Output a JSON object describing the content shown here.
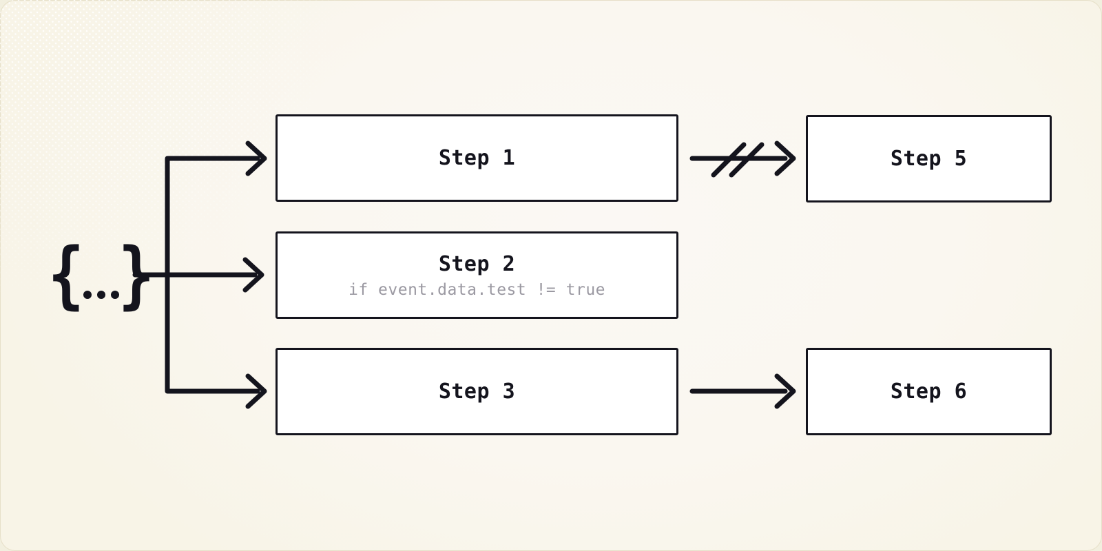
{
  "diagram": {
    "trigger": {
      "symbol": "{...}",
      "brace_left": "{",
      "brace_right": "}"
    },
    "steps": [
      {
        "id": "step1",
        "label": "Step 1"
      },
      {
        "id": "step2",
        "label": "Step 2",
        "condition": "if event.data.test != true"
      },
      {
        "id": "step3",
        "label": "Step 3"
      },
      {
        "id": "step5",
        "label": "Step 5"
      },
      {
        "id": "step6",
        "label": "Step 6"
      }
    ],
    "connections": [
      {
        "from": "trigger",
        "to": "step1",
        "style": "solid-arrow"
      },
      {
        "from": "trigger",
        "to": "step2",
        "style": "solid-arrow"
      },
      {
        "from": "trigger",
        "to": "step3",
        "style": "solid-arrow"
      },
      {
        "from": "step1",
        "to": "step5",
        "style": "broken-arrow"
      },
      {
        "from": "step3",
        "to": "step6",
        "style": "solid-arrow"
      }
    ],
    "colors": {
      "ink": "#14141d",
      "muted": "#9b99a2",
      "node_bg": "#ffffff",
      "canvas_bg": "#f9f6ec"
    }
  }
}
